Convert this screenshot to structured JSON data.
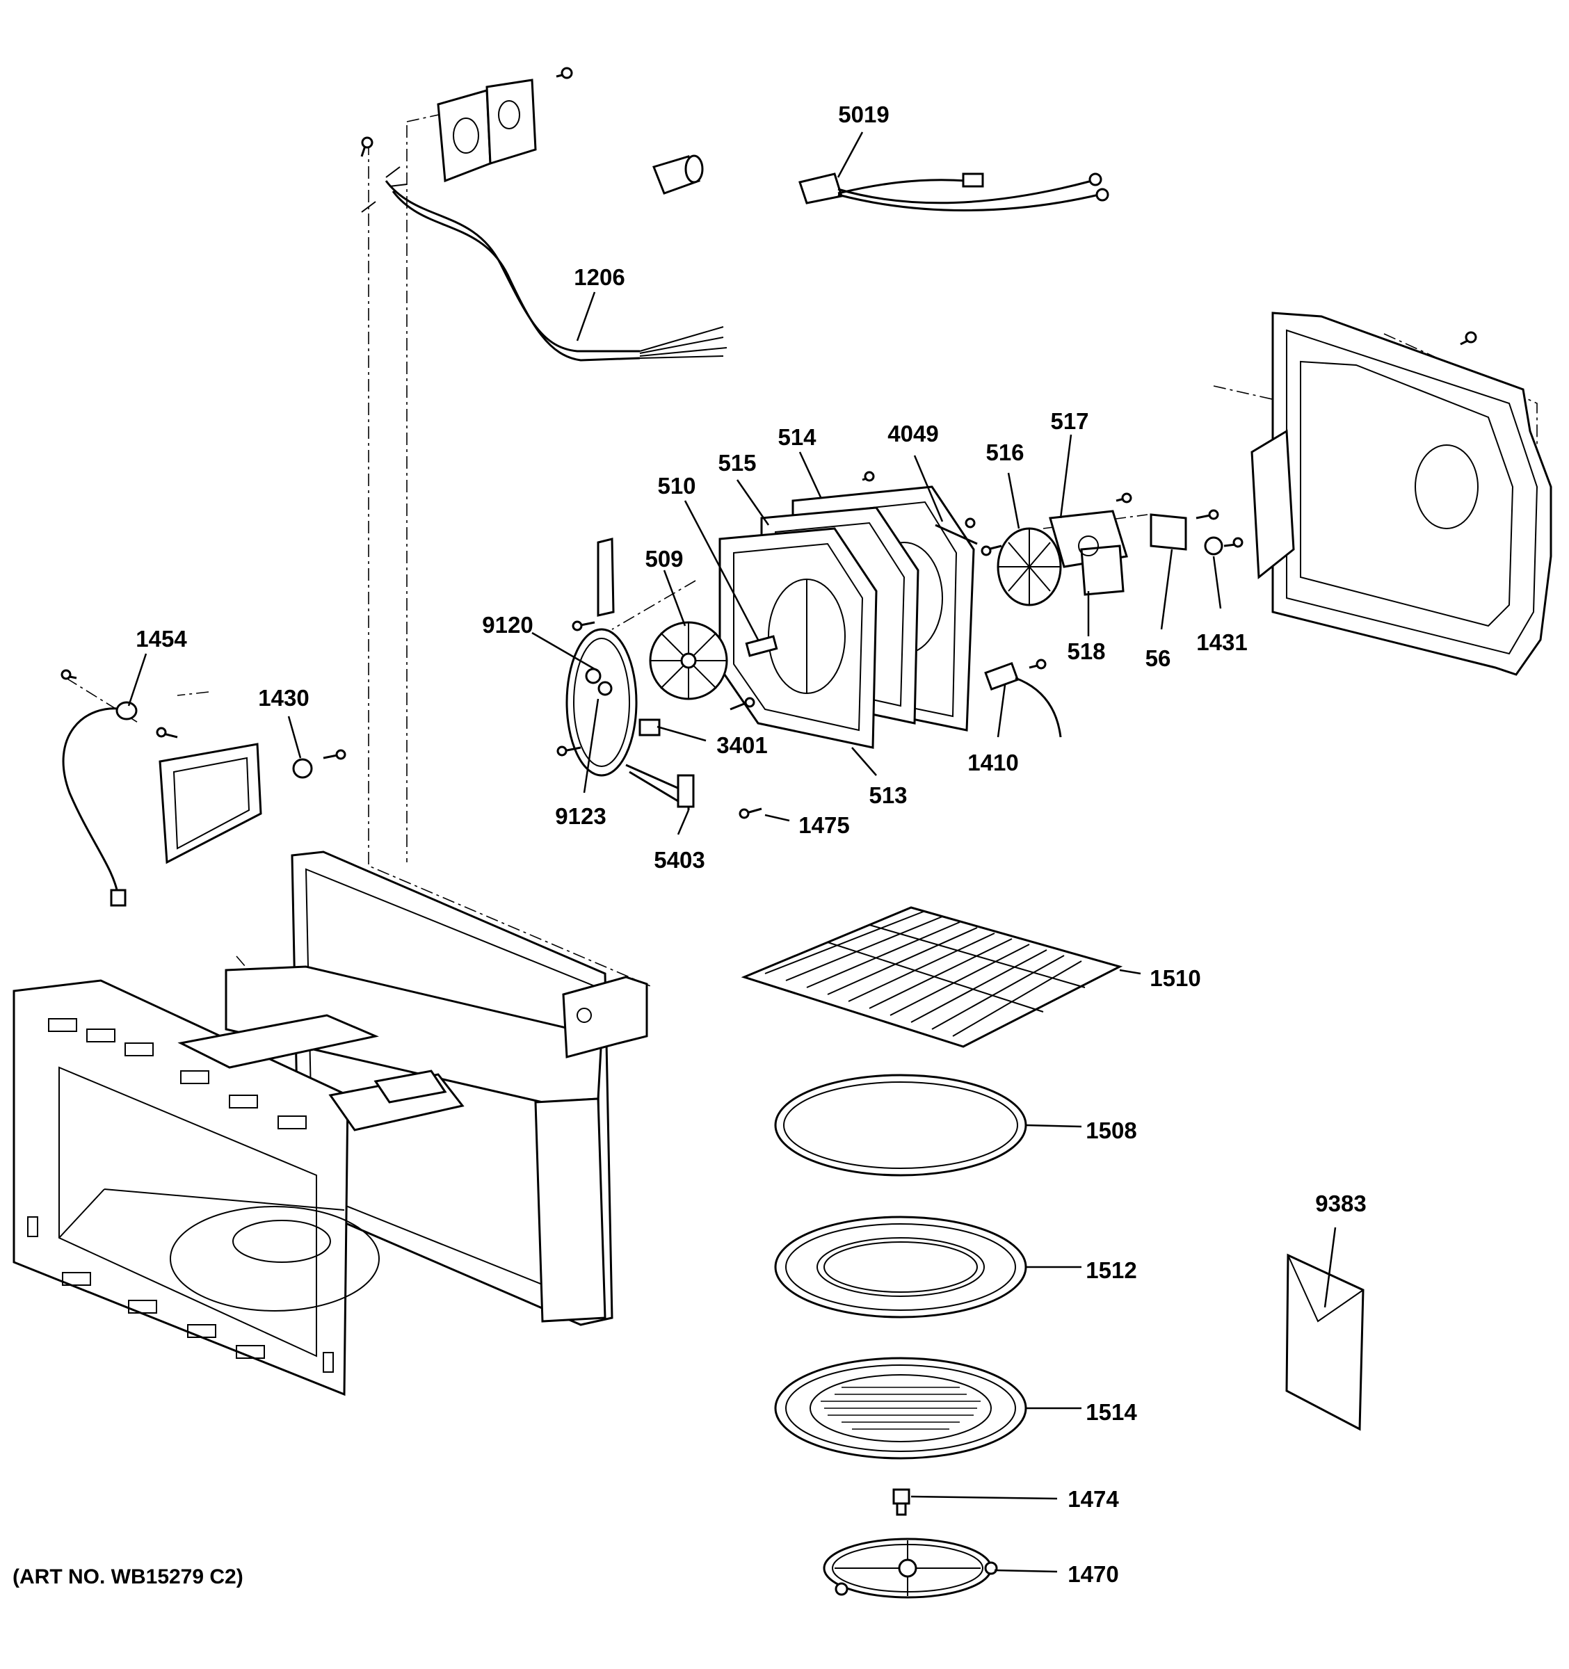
{
  "caption": "(ART NO. WB15279 C2)",
  "colors": {
    "ink": "#000000",
    "paper": "#ffffff"
  },
  "callouts": [
    {
      "label": "5019",
      "part": "wire-harness"
    },
    {
      "label": "1206",
      "part": "wire-harness-conduit"
    },
    {
      "label": "514",
      "part": "convection-plate"
    },
    {
      "label": "4049",
      "part": "shaft-pin"
    },
    {
      "label": "516",
      "part": "fan-blade"
    },
    {
      "label": "517",
      "part": "motor-bracket"
    },
    {
      "label": "515",
      "part": "gasket"
    },
    {
      "label": "510",
      "part": "shaft"
    },
    {
      "label": "509",
      "part": "convection-fan"
    },
    {
      "label": "9120",
      "part": "heater-element-washer"
    },
    {
      "label": "1454",
      "part": "sensor-harness"
    },
    {
      "label": "1430",
      "part": "thermostat"
    },
    {
      "label": "518",
      "part": "fan-motor"
    },
    {
      "label": "56",
      "part": "bracket"
    },
    {
      "label": "1431",
      "part": "thermostat-cutout"
    },
    {
      "label": "3401",
      "part": "clamp"
    },
    {
      "label": "1410",
      "part": "thermistor"
    },
    {
      "label": "513",
      "part": "cover-frame"
    },
    {
      "label": "9123",
      "part": "insulator"
    },
    {
      "label": "1475",
      "part": "screw"
    },
    {
      "label": "5403",
      "part": "heater-element"
    },
    {
      "label": "1510",
      "part": "oven-rack"
    },
    {
      "label": "1508",
      "part": "ring-support"
    },
    {
      "label": "9383",
      "part": "literature-envelope"
    },
    {
      "label": "1512",
      "part": "turntable-tray"
    },
    {
      "label": "1514",
      "part": "grill-tray"
    },
    {
      "label": "1474",
      "part": "coupler"
    },
    {
      "label": "1470",
      "part": "roller-ring"
    }
  ]
}
